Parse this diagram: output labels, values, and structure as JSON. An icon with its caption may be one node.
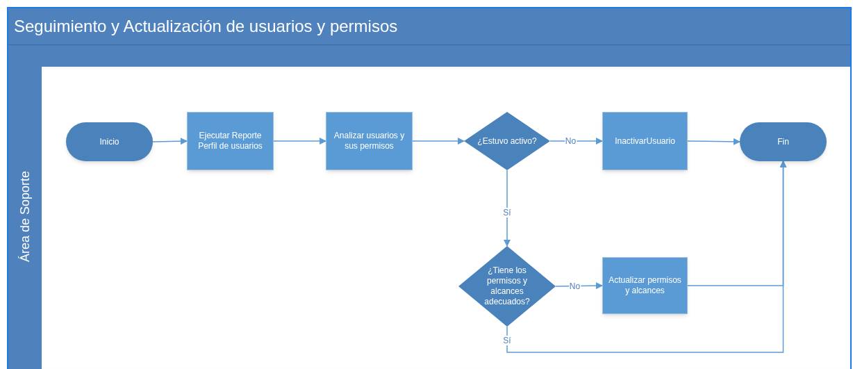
{
  "diagram": {
    "title": "Seguimiento y Actualización de usuarios y permisos",
    "nodes": [
      {
        "text": [
          "Área de Soporte"
        ]
      },
      {
        "text": [
          "Inicio"
        ],
        "in": 0
      },
      {
        "text": [
          "Ejecutar Reporte Perfil de usuarios"
        ],
        "in": 0
      },
      {
        "text": [
          "Analizar usuarios y sus permisos"
        ],
        "in": 0
      },
      {
        "text": [
          "¿Estuvo activo?"
        ],
        "in": 0
      },
      {
        "text": [
          "InactivarUsuario"
        ],
        "in": 0
      },
      {
        "text": [
          "Fin"
        ],
        "in": 0
      },
      {
        "text": [
          "¿Tiene los permisos y alcances adecuados?"
        ],
        "in": 0
      },
      {
        "text": [
          "Actualizar permisos y alcances"
        ],
        "in": 0
      }
    ],
    "edges": [
      {
        "from": 1,
        "to": 2,
        "arrow": "to"
      },
      {
        "from": 2,
        "to": 3,
        "arrow": "to"
      },
      {
        "from": 3,
        "to": 4,
        "arrow": "to"
      },
      {
        "from": 4,
        "to": 5,
        "arrow": "to",
        "label": "No"
      },
      {
        "from": 5,
        "to": 6,
        "arrow": "to"
      },
      {
        "from": 4,
        "to": 7,
        "arrow": "to",
        "label": "Sí"
      },
      {
        "from": 7,
        "to": 8,
        "arrow": "to",
        "label": "No"
      },
      {
        "from": 8,
        "to": 6,
        "arrow": "to"
      },
      {
        "from": 7,
        "to": 6,
        "arrow": "to",
        "label": "Sí"
      }
    ]
  }
}
